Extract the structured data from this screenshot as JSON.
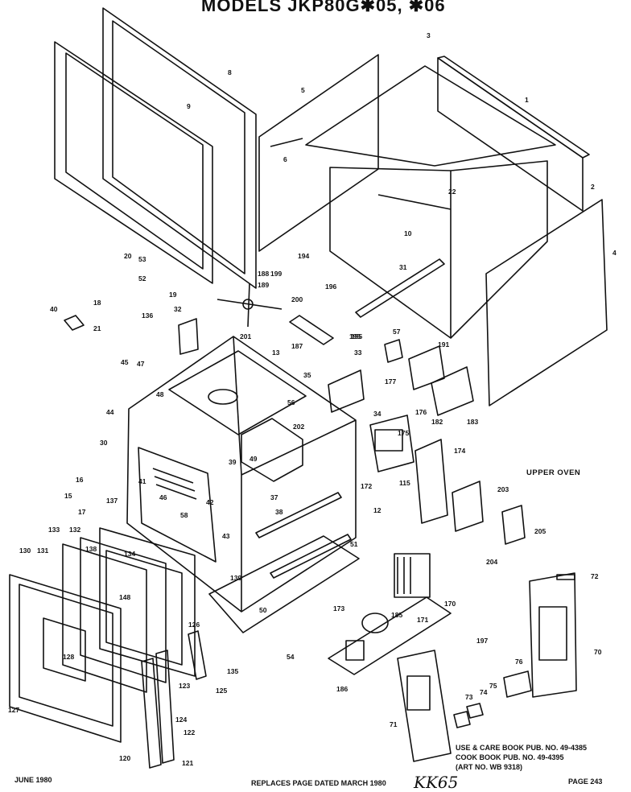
{
  "header": {
    "title": "MODELS JKP80G✱05, ✱06"
  },
  "section_label": "UPPER OVEN",
  "publications": [
    "USE & CARE BOOK PUB. NO. 49-4385",
    "COOK BOOK PUB. NO.   49-4395",
    "(ART NO. WB 9318)"
  ],
  "footer": {
    "date": "JUNE 1980",
    "replaces": "REPLACES PAGE DATED MARCH 1980",
    "page": "PAGE 243",
    "handwritten": "KK65"
  },
  "part_labels": [
    "1",
    "2",
    "3",
    "4",
    "5",
    "6",
    "8",
    "9",
    "10",
    "12",
    "13",
    "15",
    "16",
    "17",
    "18",
    "19",
    "20",
    "21",
    "22",
    "30",
    "31",
    "32",
    "33",
    "34",
    "35",
    "37",
    "38",
    "39",
    "40",
    "41",
    "42",
    "43",
    "44",
    "45",
    "46",
    "47",
    "48",
    "49",
    "50",
    "51",
    "52",
    "53",
    "54",
    "56",
    "57",
    "58",
    "70",
    "71",
    "72",
    "73",
    "74",
    "75",
    "76",
    "115",
    "120",
    "121",
    "122",
    "123",
    "124",
    "125",
    "126",
    "127",
    "128",
    "130",
    "131",
    "132",
    "133",
    "134",
    "135",
    "136",
    "137",
    "138",
    "139",
    "148",
    "155",
    "170",
    "171",
    "172",
    "173",
    "174",
    "175",
    "176",
    "177",
    "182",
    "183",
    "185",
    "186",
    "187",
    "188",
    "189",
    "191",
    "194",
    "195",
    "196",
    "197",
    "199",
    "200",
    "201",
    "202",
    "203",
    "204",
    "205"
  ]
}
